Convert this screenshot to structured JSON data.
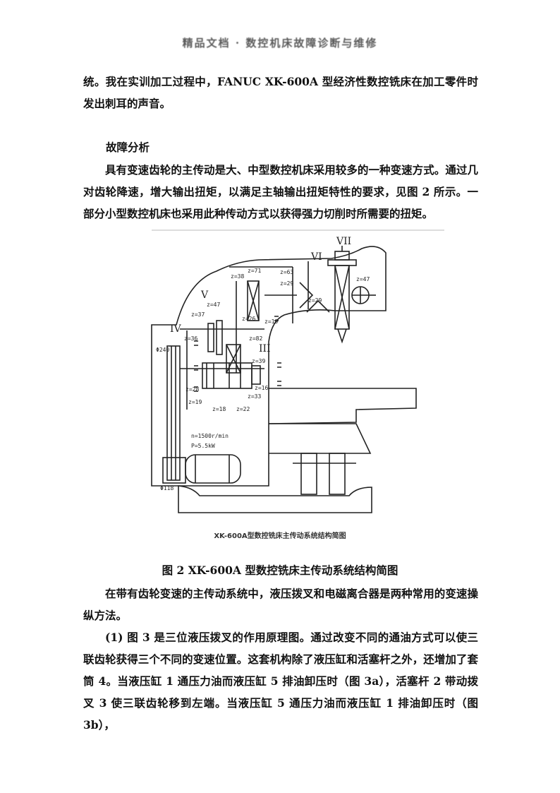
{
  "header": {
    "text": "精品文档 · 数控机床故障诊断与维修"
  },
  "paragraphs": {
    "p1": "统。我在实训加工过程中，FANUC XK-600A 型经济性数控铣床在加工零件时发出刺耳的声音。",
    "heading": "故障分析",
    "p2": "具有变速齿轮的主传动是大、中型数控机床采用较多的一种变速方式。通过几对齿轮降速，增大输出扭矩，以满足主轴输出扭矩特性的要求，见图 2 所示。一部分小型数控机床也采用此种传动方式以获得强力切削时所需要的扭矩。",
    "p3": "在带有齿轮变速的主传动系统中，液压拨叉和电磁离合器是两种常用的变速操纵方法。",
    "p4": "(1) 图 3 是三位液压拨叉的作用原理图。通过改变不同的通油方式可以使三联齿轮获得三个不同的变速位置。这套机构除了液压缸和活塞杆之外，还增加了套筒 4。当液压缸 1 通压力油而液压缸 5 排油卸压时（图 3a），活塞杆 2 带动拨叉 3 使三联齿轮移到左端。当液压缸 5 通压力油而液压缸 1 排油卸压时（图 3b），"
  },
  "figure": {
    "inner_caption": "XK-600A型数控铣床主传动系统结构简图",
    "caption": "图 2   XK-600A 型数控铣床主传动系统结构简图",
    "labels": {
      "shaft_vi": "VI",
      "shaft_vii": "VII",
      "shaft_v": "V",
      "shaft_iv": "IV",
      "shaft_iii": "III",
      "z38": "z=38",
      "z71": "z=71",
      "z63": "z=63",
      "z29a": "z=29",
      "z29b": "z=29",
      "z47a": "z=47",
      "z47b": "z=47",
      "z37": "z=37",
      "z26": "z=26",
      "z19a": "z=19",
      "z36": "z=36",
      "z82": "z=82",
      "z39": "z=39",
      "z28": "z=28",
      "z16": "z=16",
      "z33": "z=33",
      "z19b": "z=19",
      "z18": "z=18",
      "z22": "z=22",
      "d240": "Φ240",
      "d118": "Φ118",
      "motor_n": "n=1500r/min",
      "motor_p": "P=5.5kW"
    }
  }
}
